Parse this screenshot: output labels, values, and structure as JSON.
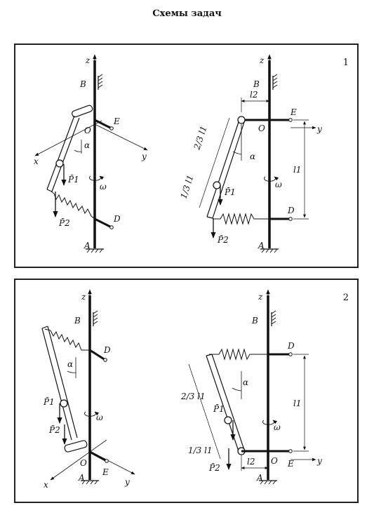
{
  "page": {
    "title": "Схемы задач"
  },
  "panels": [
    {
      "number": "1",
      "left": {
        "labels": {
          "z": "z",
          "B": "B",
          "O": "O",
          "E": "E",
          "y": "y",
          "x": "x",
          "alpha": "α",
          "P1": "P̄1",
          "omega": "ω",
          "P2": "P̄2",
          "D": "D",
          "A": "A"
        }
      },
      "right": {
        "labels": {
          "z": "z",
          "B": "B",
          "l2": "l2",
          "E": "E",
          "O": "O",
          "y": "y",
          "two_thirds": "2/3 l1",
          "alpha": "α",
          "l1": "l1",
          "one_third": "1/3 l1",
          "P1": "P̄1",
          "omega": "ω",
          "D": "D",
          "P2": "P̄2",
          "A": "A"
        }
      }
    },
    {
      "number": "2",
      "left": {
        "labels": {
          "z": "z",
          "B": "B",
          "D": "D",
          "alpha": "α",
          "P1": "P̄1",
          "P2": "P̄2",
          "omega": "ω",
          "O": "O",
          "E": "E",
          "x": "x",
          "A": "A",
          "y": "y"
        }
      },
      "right": {
        "labels": {
          "z": "z",
          "B": "B",
          "D": "D",
          "two_thirds": "2/3 l1",
          "alpha": "α",
          "P1": "P̄1",
          "l1": "l1",
          "omega": "ω",
          "one_third": "1/3 l1",
          "P2": "P̄2",
          "l2": "l2",
          "O": "O",
          "E": "E",
          "y": "y",
          "A": "A"
        }
      }
    }
  ]
}
